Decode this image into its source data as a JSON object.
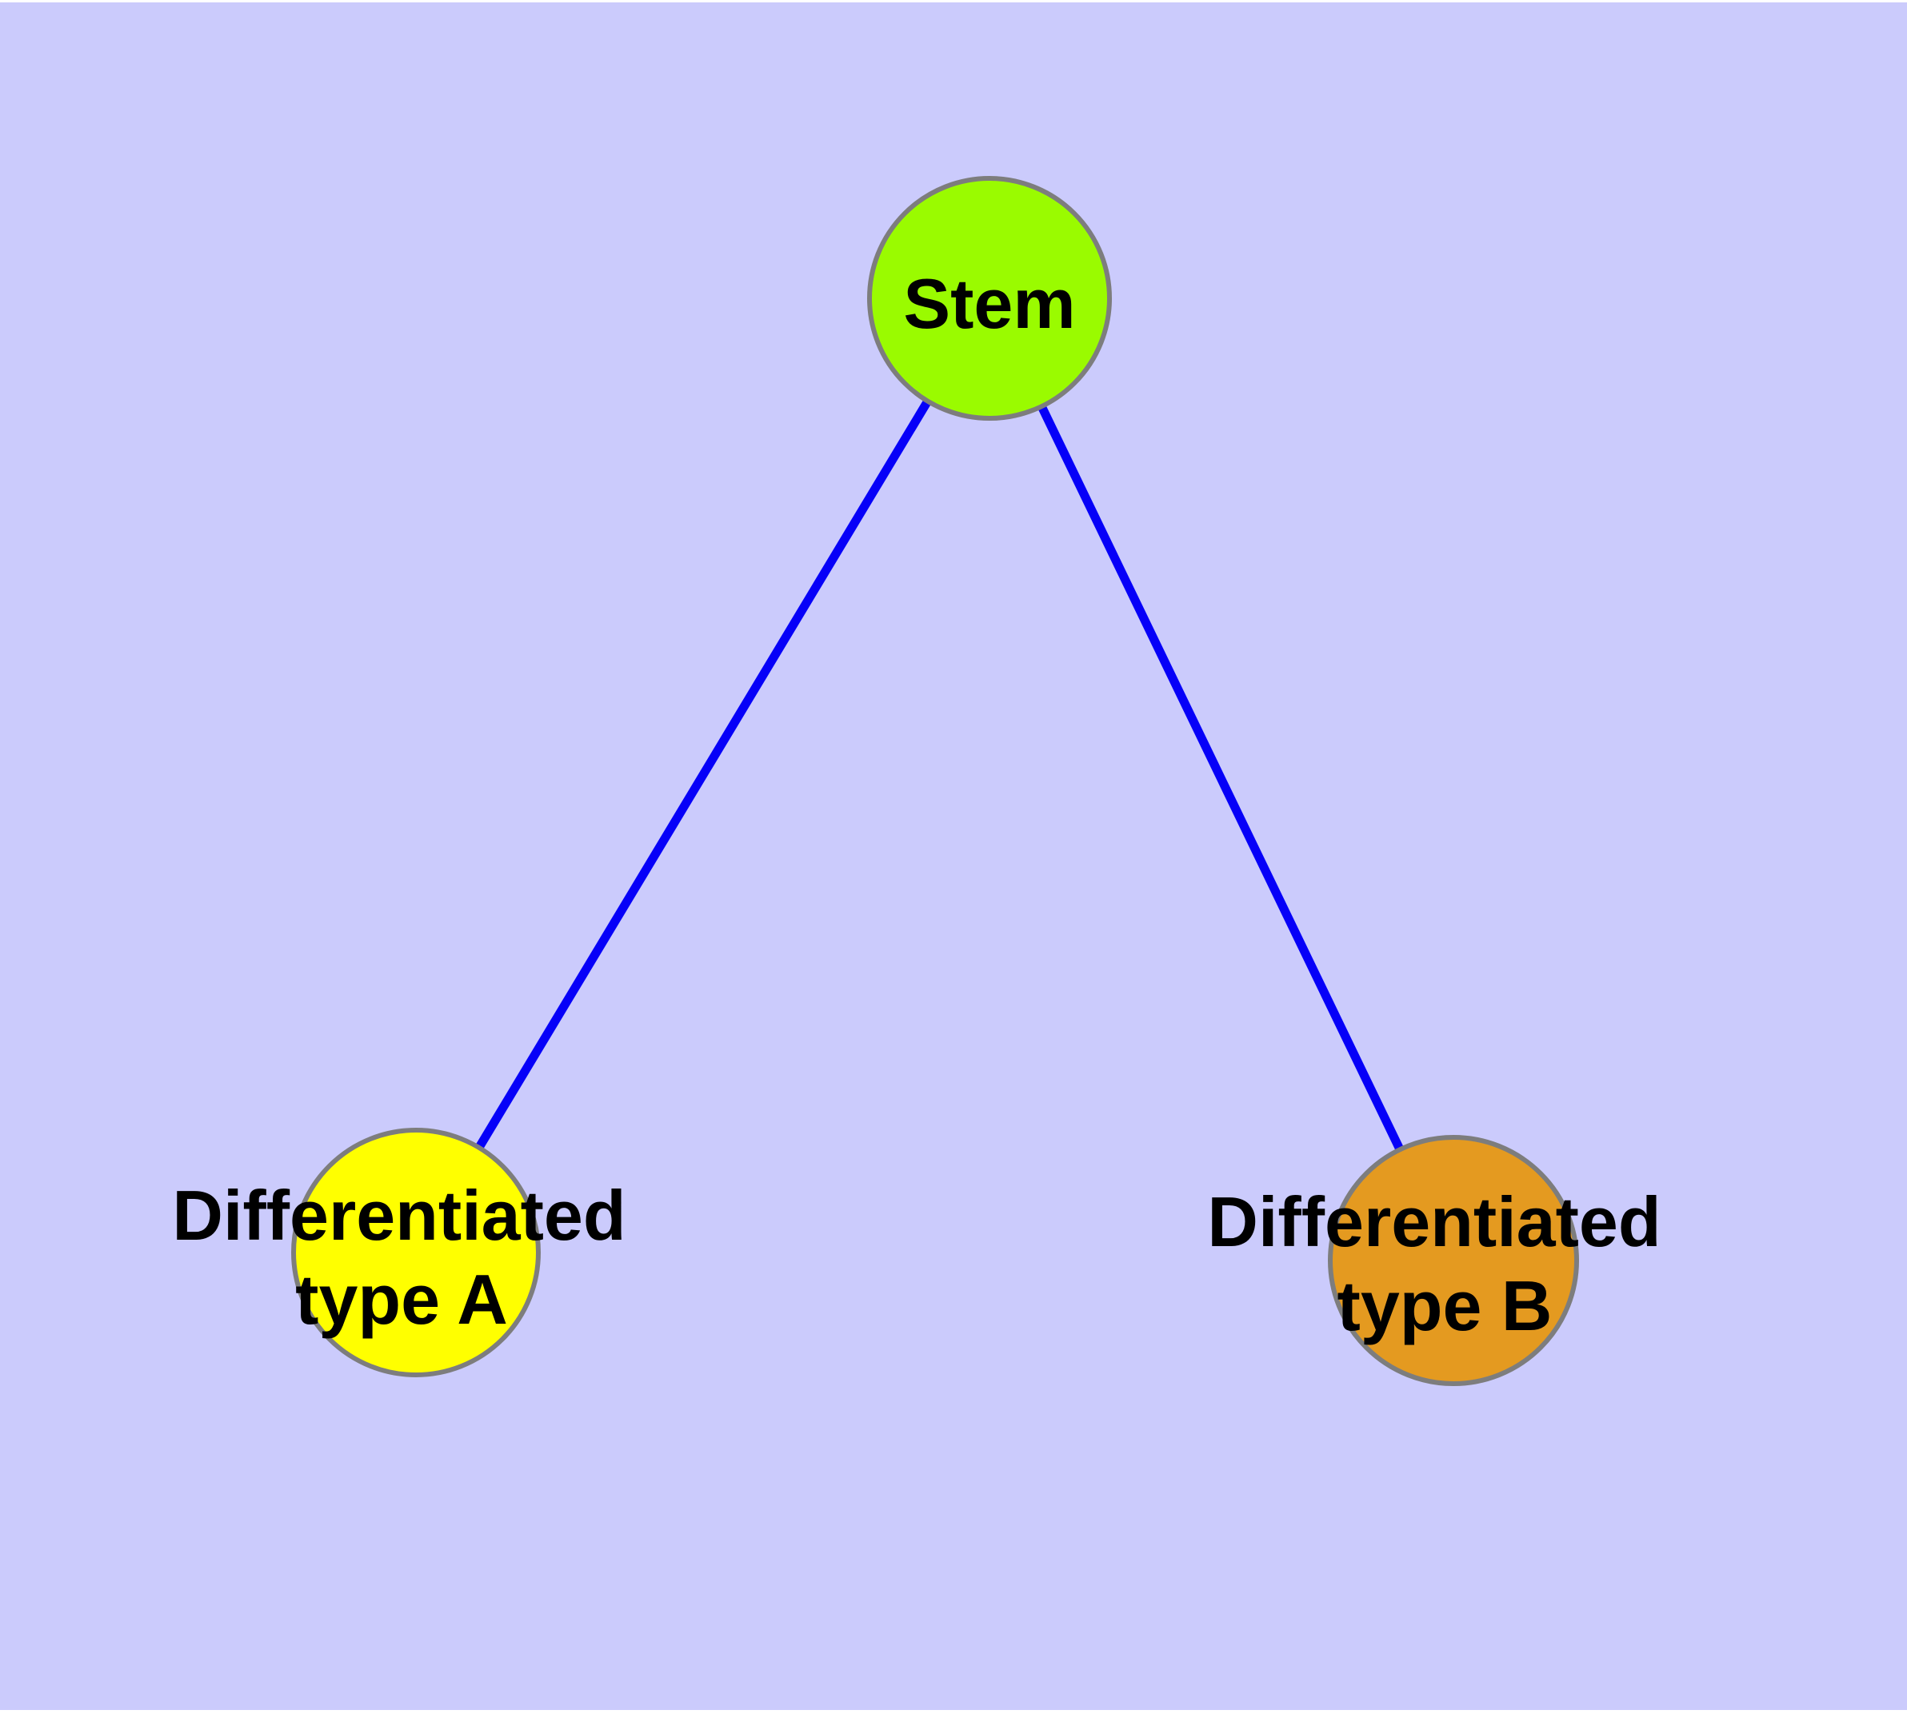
{
  "diagram": {
    "background_color": "#CBCBFC",
    "top_strip_color": "#FFFFFF",
    "edge_color": "#0600F8",
    "node_border_color": "#7D7D7D",
    "label_color": "#000000",
    "nodes": {
      "stem": {
        "label": "Stem",
        "fill": "#9AFB00"
      },
      "type_a": {
        "label_line1": "Differentiated",
        "label_line2": "type A",
        "fill": "#FFFF00"
      },
      "type_b": {
        "label_line1": "Differentiated",
        "label_line2": "type B",
        "fill": "#E49A20"
      }
    },
    "edges": [
      {
        "from": "Stem",
        "to": "Differentiated type A"
      },
      {
        "from": "Stem",
        "to": "Differentiated type B"
      }
    ]
  }
}
